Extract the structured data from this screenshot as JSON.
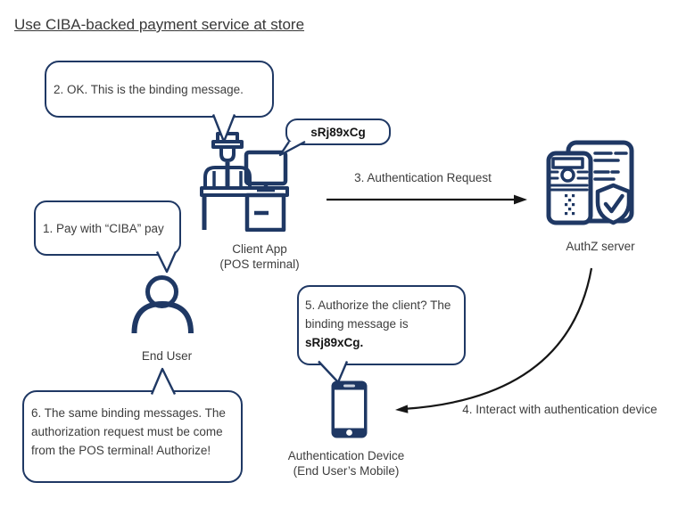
{
  "title": "Use CIBA-backed payment service at store",
  "colors": {
    "navy": "#1f3864",
    "text": "#3d3d3d",
    "arrow": "#161616"
  },
  "bubbles": {
    "pay": {
      "text": "1. Pay with “CIBA” pay"
    },
    "ok_binding": {
      "text": "2. OK. This is the binding message."
    },
    "binding_tag": {
      "text": "sRj89xCg"
    },
    "authorize": {
      "lines": [
        "5. Authorize the client? The",
        "binding message is"
      ],
      "bold": "sRj89xCg."
    },
    "same_binding": {
      "lines": [
        "6. The same binding messages. The",
        "authorization request must be come",
        "from the POS terminal! Authorize!"
      ]
    }
  },
  "actors": {
    "client_app": {
      "lines": [
        "Client App",
        "(POS terminal)"
      ],
      "icon": "cashier-pos-terminal-icon"
    },
    "authz_server": {
      "label": "AuthZ server",
      "icon": "authz-server-icon"
    },
    "end_user": {
      "label": "End User",
      "icon": "end-user-icon"
    },
    "auth_device": {
      "lines": [
        "Authentication Device",
        "(End User’s Mobile)"
      ],
      "icon": "mobile-phone-icon"
    }
  },
  "arrows": {
    "auth_request": {
      "label": "3. Authentication Request"
    },
    "interact_device": {
      "label": "4. Interact with authentication device"
    }
  }
}
